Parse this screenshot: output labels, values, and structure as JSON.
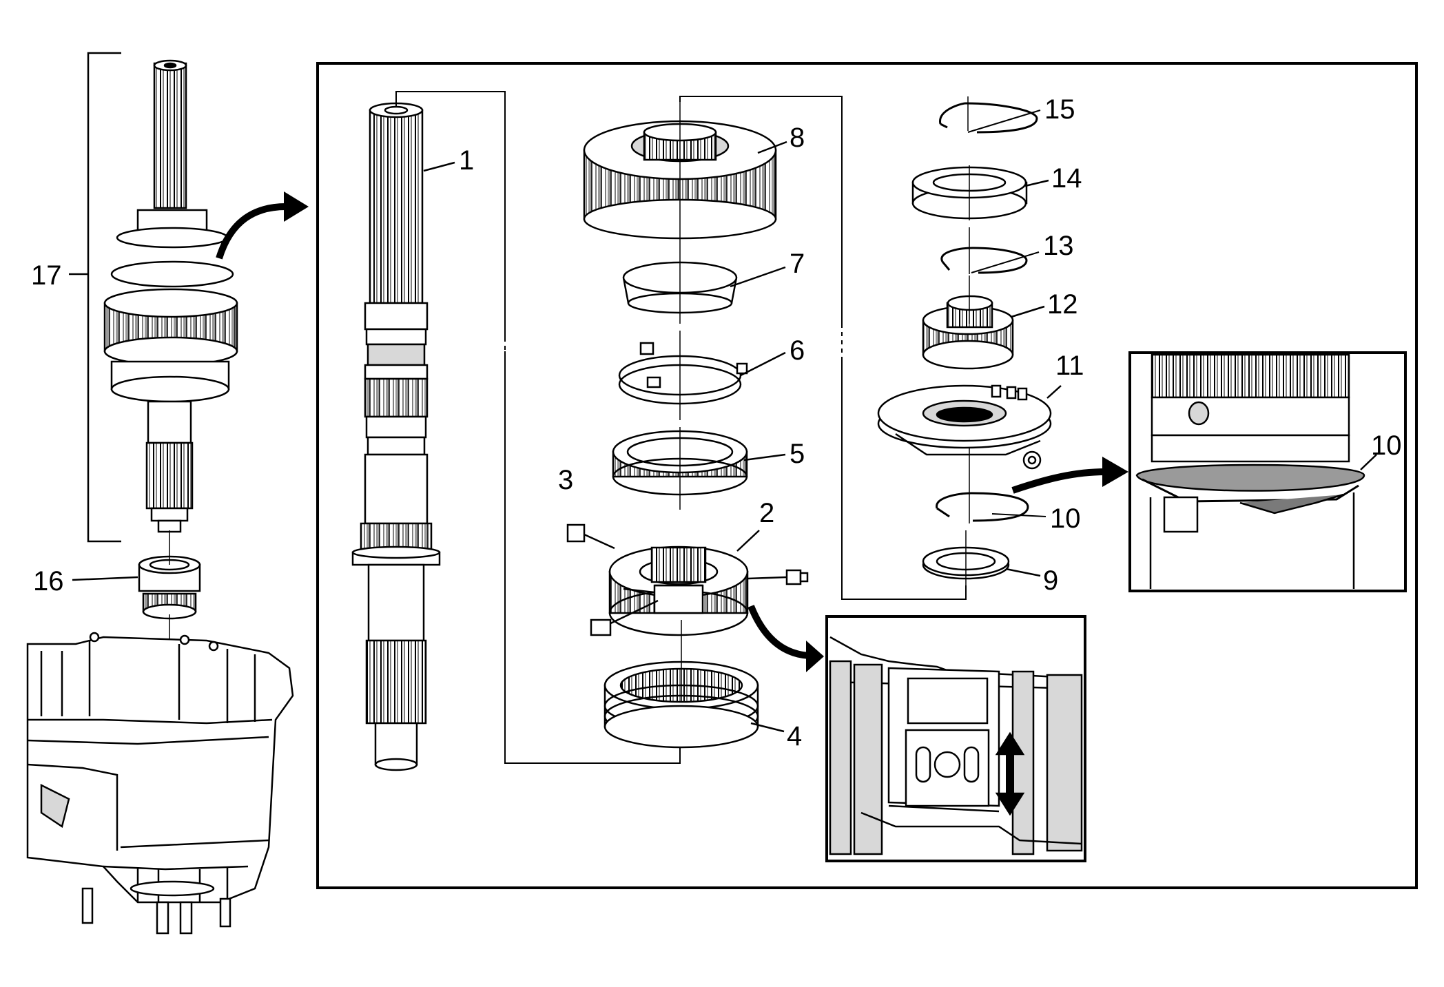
{
  "diagram": {
    "callouts": [
      {
        "id": "1",
        "text": "1"
      },
      {
        "id": "2",
        "text": "2"
      },
      {
        "id": "3",
        "text": "3"
      },
      {
        "id": "4",
        "text": "4"
      },
      {
        "id": "5",
        "text": "5"
      },
      {
        "id": "6",
        "text": "6"
      },
      {
        "id": "7",
        "text": "7"
      },
      {
        "id": "8",
        "text": "8"
      },
      {
        "id": "9",
        "text": "9"
      },
      {
        "id": "10",
        "text": "10"
      },
      {
        "id": "10b",
        "text": "10"
      },
      {
        "id": "11",
        "text": "11"
      },
      {
        "id": "12",
        "text": "12"
      },
      {
        "id": "13",
        "text": "13"
      },
      {
        "id": "14",
        "text": "14"
      },
      {
        "id": "15",
        "text": "15"
      },
      {
        "id": "16",
        "text": "16"
      },
      {
        "id": "17",
        "text": "17"
      }
    ],
    "colors": {
      "ink": "#000000",
      "fill": "#ffffff",
      "shade": "#d8d8d8",
      "dark": "#7a7a7a"
    }
  }
}
